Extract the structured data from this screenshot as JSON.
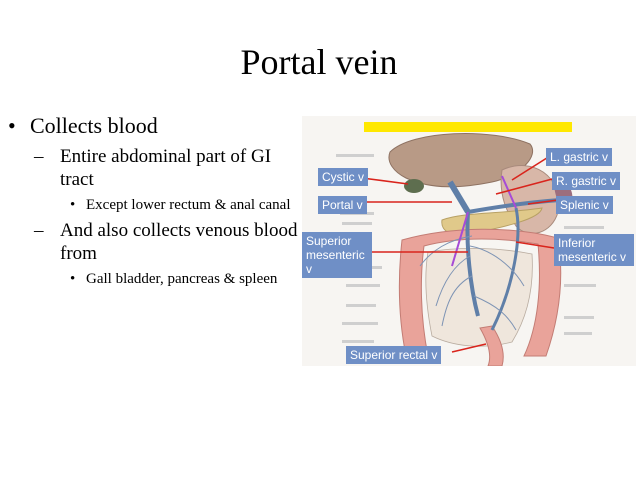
{
  "slide": {
    "title": "Portal vein",
    "bullets": [
      {
        "text": "Collects blood"
      },
      {
        "text": "Entire abdominal part of GI tract"
      },
      {
        "text": "Except lower rectum & anal canal"
      },
      {
        "text": "And also collects venous blood from"
      },
      {
        "text": "Gall bladder, pancreas & spleen"
      }
    ],
    "bullet_marks": {
      "l1": "•",
      "l2": "–",
      "l3": "•"
    }
  },
  "figure": {
    "callouts": {
      "l_gastric": "L. gastric v",
      "cystic": "Cystic v",
      "r_gastric": "R. gastric v",
      "portal": "Portal v",
      "splenic": "Splenic v",
      "superior_mesenteric": "Superior mesenteric v",
      "inferior_mesenteric": "Inferior mesenteric v",
      "superior_rectal": "Superior rectal v"
    },
    "colors": {
      "callout_bg": "#6f8fc6",
      "highlight": "#ffe800",
      "pointer_red": "#d9241c",
      "pointer_purple": "#a64bd6",
      "liver": "#b89a86",
      "colon": "#e9a39a",
      "vein": "#5f7fa8"
    }
  }
}
